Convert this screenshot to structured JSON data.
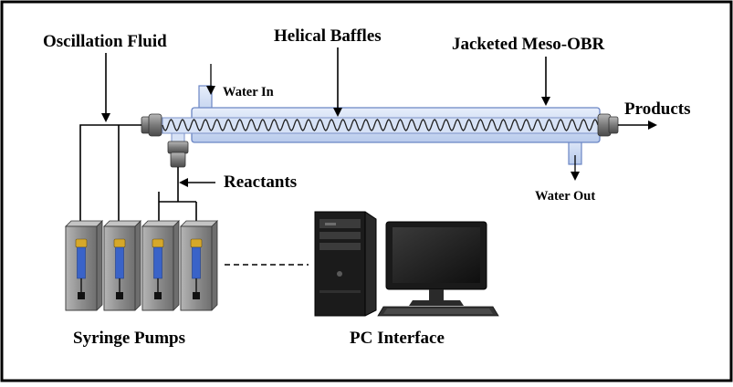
{
  "labels": {
    "oscillation_fluid": "Oscillation Fluid",
    "helical_baffles": "Helical Baffles",
    "jacketed_meso_obr": "Jacketed Meso-OBR",
    "products": "Products",
    "water_in": "Water In",
    "water_out": "Water Out",
    "reactants": "Reactants",
    "syringe_pumps": "Syringe Pumps",
    "pc_interface": "PC Interface"
  },
  "colors": {
    "border": "#000000",
    "jacket_fill": "#cfdcf3",
    "jacket_stroke": "#6b86c4",
    "inner_tube": "#c9d7f0",
    "helix": "#222222",
    "fitting": "#8a8a8a",
    "pump_body": "#9a9a9a",
    "syringe_blue": "#3a63c8",
    "syringe_cap": "#d6a82a",
    "pc_dark": "#1e1e1e"
  },
  "icons": {
    "reactor": "jacketed-reactor-icon",
    "helix": "helical-baffle-icon",
    "pumps": "syringe-pump-icon",
    "computer": "desktop-computer-icon",
    "monitor": "monitor-icon"
  },
  "diagram": {
    "syringe_pump_count": 4,
    "helix_turns": 38
  }
}
